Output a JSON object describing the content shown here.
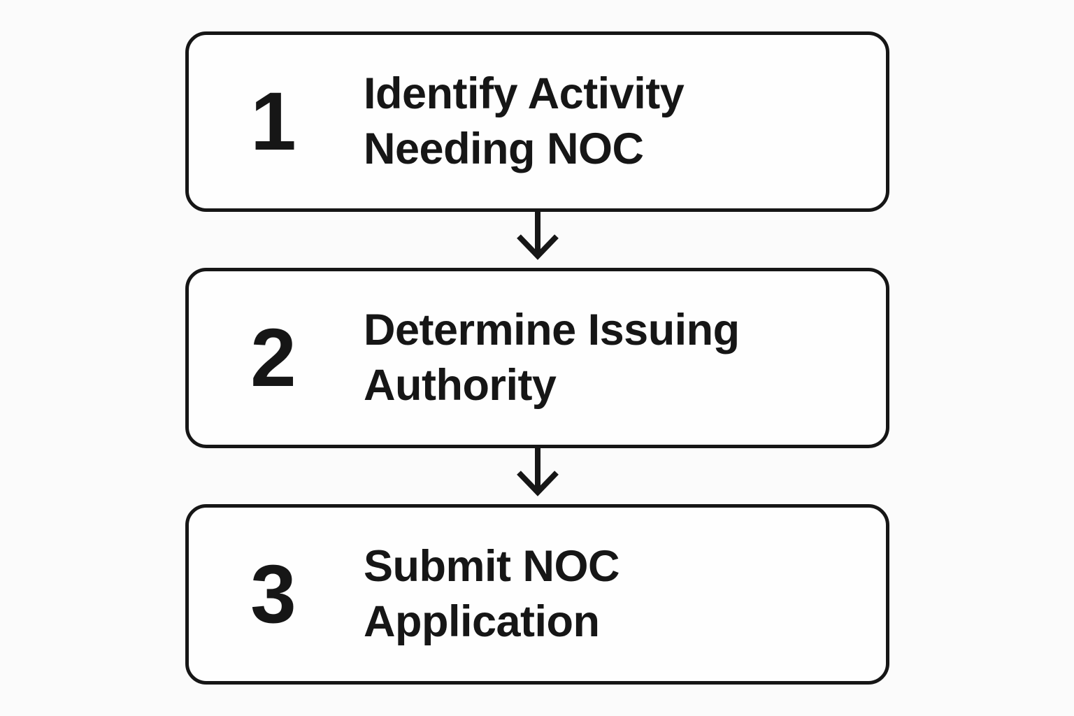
{
  "page": {
    "background": "#fbfbfb"
  },
  "diagram": {
    "type": "flowchart",
    "direction": "vertical",
    "line_color": "#161616",
    "box_fill": "#fefefe",
    "box_border_color": "#161616",
    "steps": [
      {
        "number": "1",
        "line1": "Identify Activity",
        "line2": "Needing NOC"
      },
      {
        "number": "2",
        "line1": "Determine Issuing",
        "line2": "Authority"
      },
      {
        "number": "3",
        "line1": "Submit NOC",
        "line2": "Application"
      }
    ],
    "connector": "down-arrow"
  }
}
